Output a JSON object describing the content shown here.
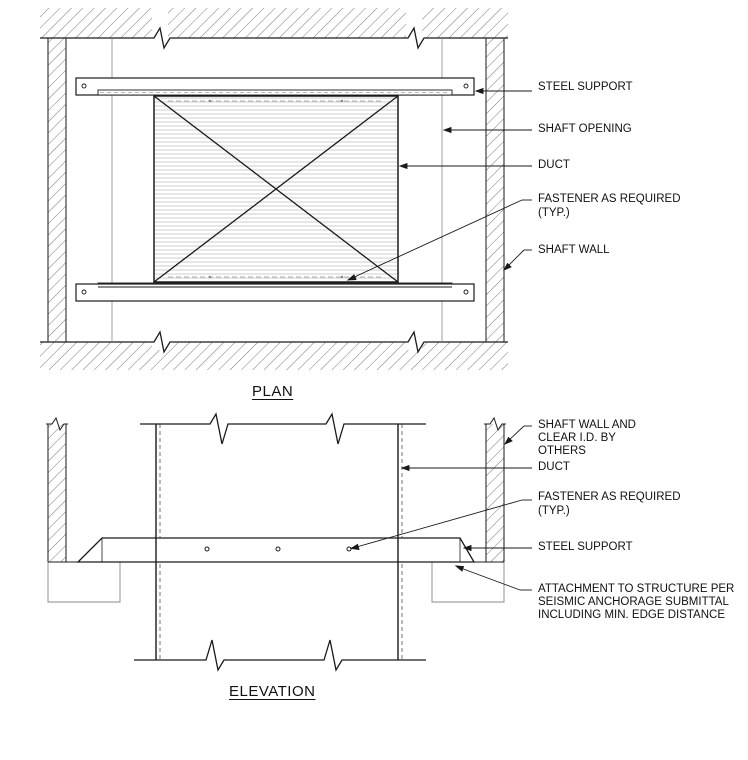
{
  "plan": {
    "title": "PLAN",
    "labels": {
      "steel_support": "STEEL SUPPORT",
      "shaft_opening": "SHAFT OPENING",
      "duct": "DUCT",
      "fastener_1": "FASTENER AS REQUIRED",
      "fastener_2": "(TYP.)",
      "shaft_wall": "SHAFT WALL"
    }
  },
  "elevation": {
    "title": "ELEVATION",
    "labels": {
      "shaft_wall_1": "SHAFT WALL AND",
      "shaft_wall_2": "CLEAR I.D. BY",
      "shaft_wall_3": "OTHERS",
      "duct": "DUCT",
      "fastener_1": "FASTENER AS REQUIRED",
      "fastener_2": "(TYP.)",
      "steel_support": "STEEL SUPPORT",
      "attachment_1": "ATTACHMENT TO STRUCTURE PER",
      "attachment_2": "SEISMIC ANCHORAGE SUBMITTAL",
      "attachment_3": "INCLUDING MIN. EDGE DISTANCE"
    }
  },
  "colors": {
    "line": "#1a1a1a",
    "hatch": "#555555",
    "thin": "#888888"
  }
}
